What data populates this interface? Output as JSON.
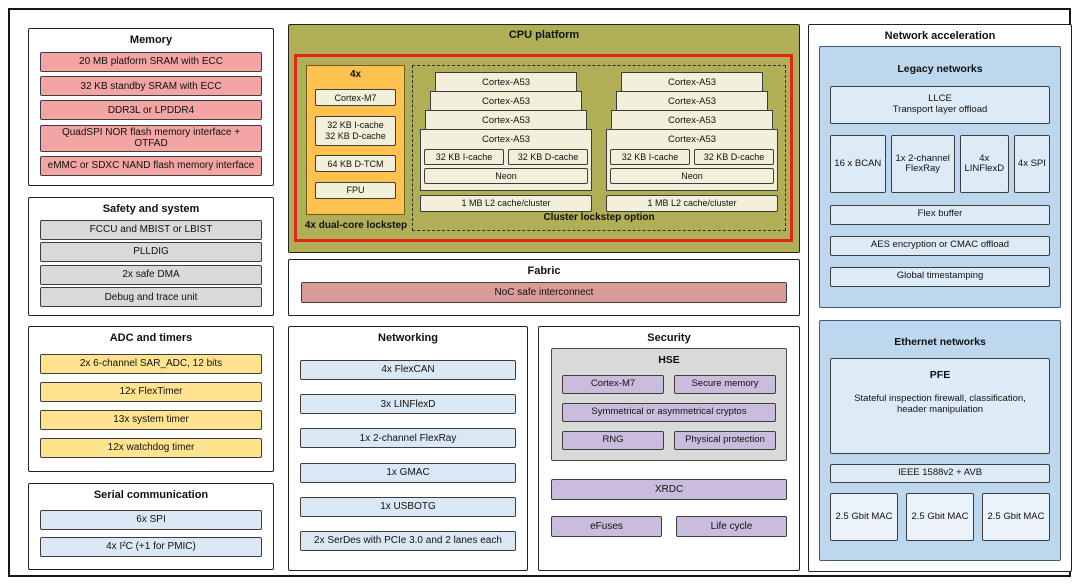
{
  "colors": {
    "pink": "#F2A5A3",
    "muted-pink": "#D99B98",
    "gray": "#D9D9D9",
    "yellow": "#FFE38E",
    "blue-item": "#DAE8F6",
    "blue-panel": "#BDD7EE",
    "blue-light": "#DDEBF7",
    "purple": "#C9BCDC",
    "olive": "#B0AF55",
    "cream": "#F2EFDA",
    "orange": "#FFC24F",
    "red-outline": "#E0251B"
  },
  "panels": {
    "memory": {
      "title": "Memory",
      "items": [
        "20 MB platform SRAM with ECC",
        "32 KB standby SRAM with ECC",
        "DDR3L or LPDDR4",
        "QuadSPI NOR flash memory interface + OTFAD",
        "eMMC or SDXC NAND flash memory interface"
      ]
    },
    "safety": {
      "title": "Safety and system",
      "items": [
        "FCCU and MBIST or LBIST",
        "PLLDIG",
        "2x safe DMA",
        "Debug and trace unit"
      ]
    },
    "adc": {
      "title": "ADC and timers",
      "items": [
        "2x 6-channel SAR_ADC, 12 bits",
        "12x FlexTimer",
        "13x system timer",
        "12x watchdog timer"
      ]
    },
    "serial": {
      "title": "Serial communication",
      "items": [
        "6x SPI",
        "4x I²C (+1 for PMIC)"
      ]
    },
    "cpu": {
      "title": "CPU platform",
      "lockstep": {
        "tag": "4x",
        "items": [
          "Cortex-M7",
          "32 KB I-cache\n32 KB D-cache",
          "64 KB D-TCM",
          "FPU"
        ],
        "caption": "4x dual-core lockstep"
      },
      "cluster": {
        "core": "Cortex-A53",
        "icache": "32 KB I-cache",
        "dcache": "32 KB D-cache",
        "neon": "Neon",
        "l2": "1 MB L2 cache/cluster",
        "caption": "Cluster lockstep option"
      }
    },
    "fabric": {
      "title": "Fabric",
      "item": "NoC safe interconnect"
    },
    "networking": {
      "title": "Networking",
      "items": [
        "4x FlexCAN",
        "3x LINFlexD",
        "1x 2-channel FlexRay",
        "1x GMAC",
        "1x USBOTG",
        "2x SerDes with PCIe 3.0 and 2 lanes each"
      ]
    },
    "security": {
      "title": "Security",
      "hse": {
        "title": "HSE",
        "row1": [
          "Cortex-M7",
          "Secure memory"
        ],
        "cryptos": "Symmetrical or asymmetrical cryptos",
        "row2": [
          "RNG",
          "Physical protection"
        ]
      },
      "xrdc": "XRDC",
      "bottom": [
        "eFuses",
        "Life cycle"
      ]
    },
    "network_acceleration": {
      "title": "Network acceleration",
      "legacy": {
        "title": "Legacy networks",
        "llce": "LLCE\nTransport layer offload",
        "row": [
          "16 x BCAN",
          "1x 2-channel FlexRay",
          "4x LINFlexD",
          "4x SPI"
        ],
        "items": [
          "Flex buffer",
          "AES encryption or CMAC offload",
          "Global timestamping"
        ]
      },
      "ethernet": {
        "title": "Ethernet networks",
        "pfe_title": "PFE",
        "pfe_desc": "Stateful inspection firewall, classification, header manipulation",
        "ieee": "IEEE 1588v2 + AVB",
        "macs": [
          "2.5 Gbit MAC",
          "2.5 Gbit MAC",
          "2.5 Gbit MAC"
        ]
      }
    }
  }
}
